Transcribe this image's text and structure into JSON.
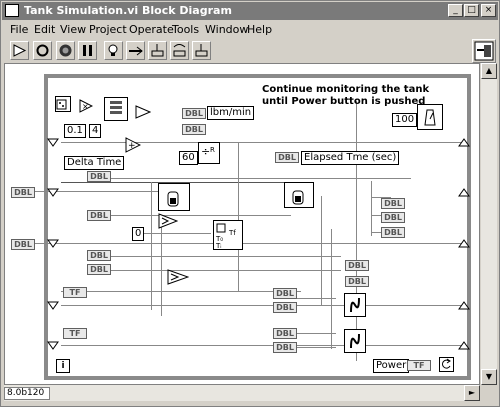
{
  "window": {
    "title": "Tank Simulation.vi Block Diagram"
  },
  "menu": [
    "File",
    "Edit",
    "View",
    "Project",
    "Operate",
    "Tools",
    "Window",
    "Help"
  ],
  "toolbar": {
    "icons": [
      "run-arrow-icon",
      "run-continuous-icon",
      "abort-icon",
      "pause-icon",
      "highlight-execution-icon",
      "retain-wire-icon",
      "step-into-icon",
      "step-over-icon",
      "step-out-icon",
      "vi-icon"
    ]
  },
  "diagram": {
    "comment": "Continue monitoring the tank until Power button is pushed",
    "labels": {
      "flow_unit": "lbm/min",
      "delta_time": "Delta Time",
      "elapsed_time": "Elapsed Tme (sec)",
      "power": "Power"
    },
    "constants": {
      "c01": "0.1",
      "c4": "4",
      "c60": "60",
      "c100": "100",
      "c0": "0"
    },
    "terminal_text": {
      "dbl": "DBL",
      "tf": "TF"
    }
  },
  "status": {
    "version": "8.0b120"
  },
  "info_icon": "i"
}
